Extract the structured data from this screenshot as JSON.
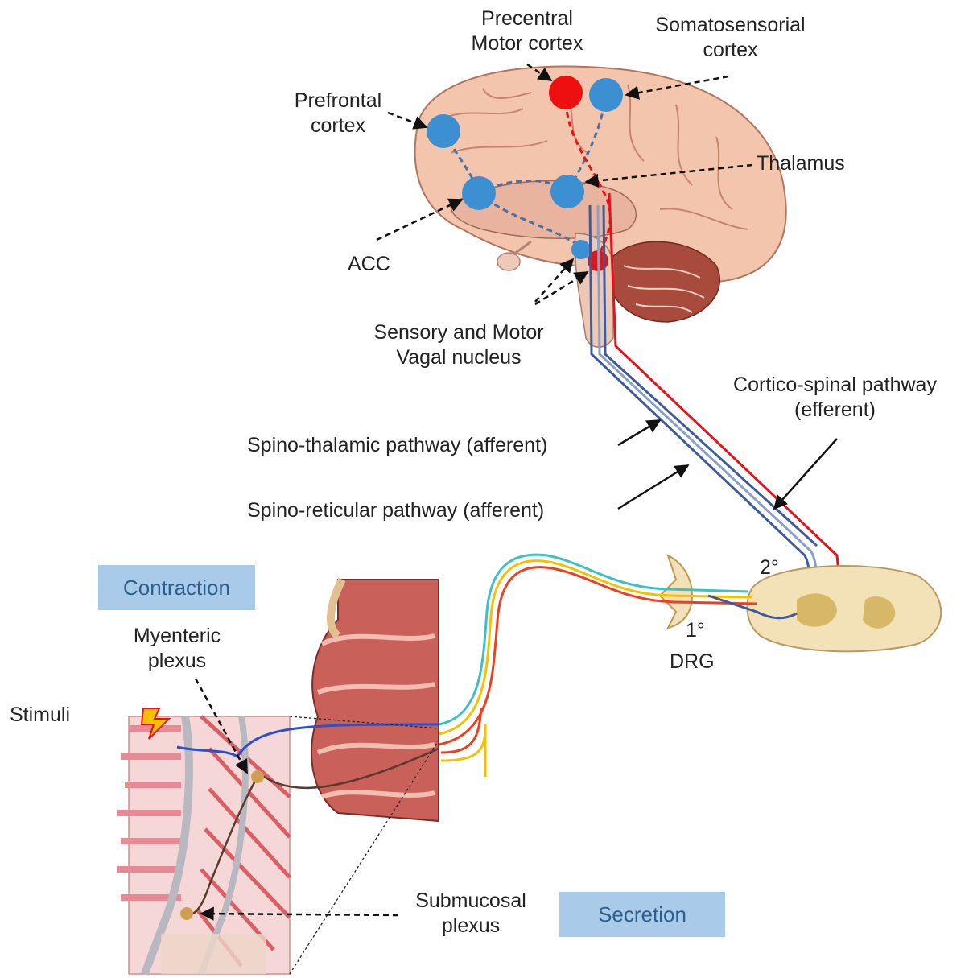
{
  "labels": {
    "precentral_line1": "Precentral",
    "precentral_line2": "Motor cortex",
    "somato_line1": "Somatosensorial",
    "somato_line2": "cortex",
    "prefrontal_line1": "Prefrontal",
    "prefrontal_line2": "cortex",
    "thalamus": "Thalamus",
    "acc": "ACC",
    "vagal_line1": "Sensory and Motor",
    "vagal_line2": "Vagal nucleus",
    "corticospinal_line1": "Cortico-spinal  pathway",
    "corticospinal_line2": "(efferent)",
    "spinothalamic": "Spino-thalamic pathway (afferent)",
    "spinoreticular": "Spino-reticular pathway (afferent)",
    "second_order": "2°",
    "first_order": "1°",
    "drg": "DRG",
    "myenteric_line1": "Myenteric",
    "myenteric_line2": "plexus",
    "stimuli": "Stimuli",
    "submucosal_line1": "Submucosal",
    "submucosal_line2": "plexus"
  },
  "boxes": {
    "contraction": "Contraction",
    "secretion": "Secretion"
  },
  "colors": {
    "afferent_blue": "#3c8fd0",
    "efferent_red": "#e8101a",
    "brain_pink": "#f0c0a8",
    "label_box": "#a9cbe9"
  }
}
